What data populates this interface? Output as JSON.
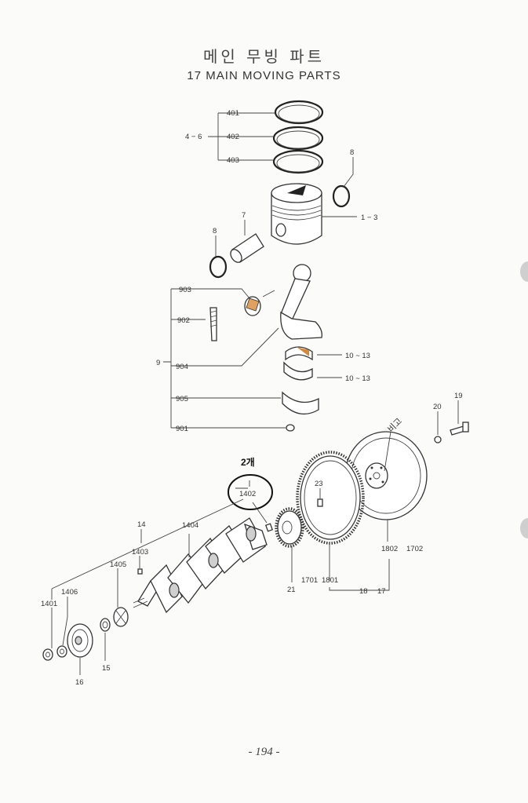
{
  "header": {
    "title_ko": "메인 무빙 파트",
    "title_en": "17 MAIN MOVING PARTS"
  },
  "labels": {
    "p401": "401",
    "p402": "402",
    "p403": "403",
    "p4_6": "4 − 6",
    "p8a": "8",
    "p1_3": "1 − 3",
    "p7": "7",
    "p8b": "8",
    "p903": "903",
    "p902": "902",
    "p9": "9",
    "p904": "904",
    "p10_13a": "10 ~ 13",
    "p10_13b": "10 ~ 13",
    "p905": "905",
    "p901": "901",
    "p19": "19",
    "p20": "20",
    "handwritten": "비고",
    "qty_note": "2개",
    "p1402": "1402",
    "p14": "14",
    "p1404": "1404",
    "p1403": "1403",
    "p1405": "1405",
    "p1406": "1406",
    "p1401": "1401",
    "p15": "15",
    "p16": "16",
    "p23": "23",
    "p21": "21",
    "p1701": "1701",
    "p1801": "1801",
    "p1802": "1802",
    "p1702": "1702",
    "p18": "18",
    "p17": "17"
  },
  "footer": {
    "page_number": "- 194 -"
  },
  "colors": {
    "ink": "#333333",
    "paper": "#fbfbfa",
    "tab": "#cfcfcf"
  }
}
